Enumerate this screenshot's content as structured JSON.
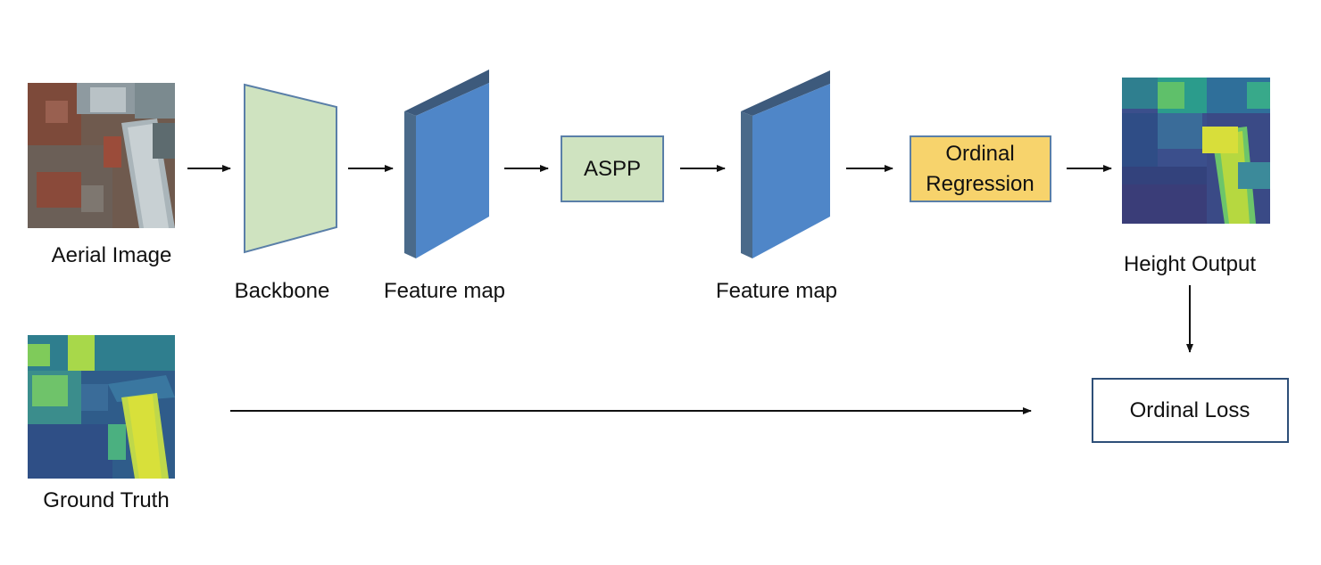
{
  "labels": {
    "aerial_image": "Aerial Image",
    "backbone": "Backbone",
    "feature_map_1": "Feature map",
    "aspp": "ASPP",
    "feature_map_2": "Feature map",
    "ordinal_regression_line1": "Ordinal",
    "ordinal_regression_line2": "Regression",
    "height_output": "Height Output",
    "ground_truth": "Ground Truth",
    "ordinal_loss": "Ordinal Loss"
  },
  "colors": {
    "backbone_fill": "#cfe3c0",
    "backbone_stroke": "#5a7fa8",
    "aspp_fill": "#cfe3c0",
    "aspp_stroke": "#5a7fa8",
    "feature_front": "#4f86c8",
    "feature_side": "#4a6a8a",
    "feature_top": "#3d5a7c",
    "ordinal_regression_fill": "#f7d36c",
    "ordinal_regression_stroke": "#5a7fa8",
    "ordinal_loss_stroke": "#2e4f78",
    "arrow": "#111111"
  }
}
